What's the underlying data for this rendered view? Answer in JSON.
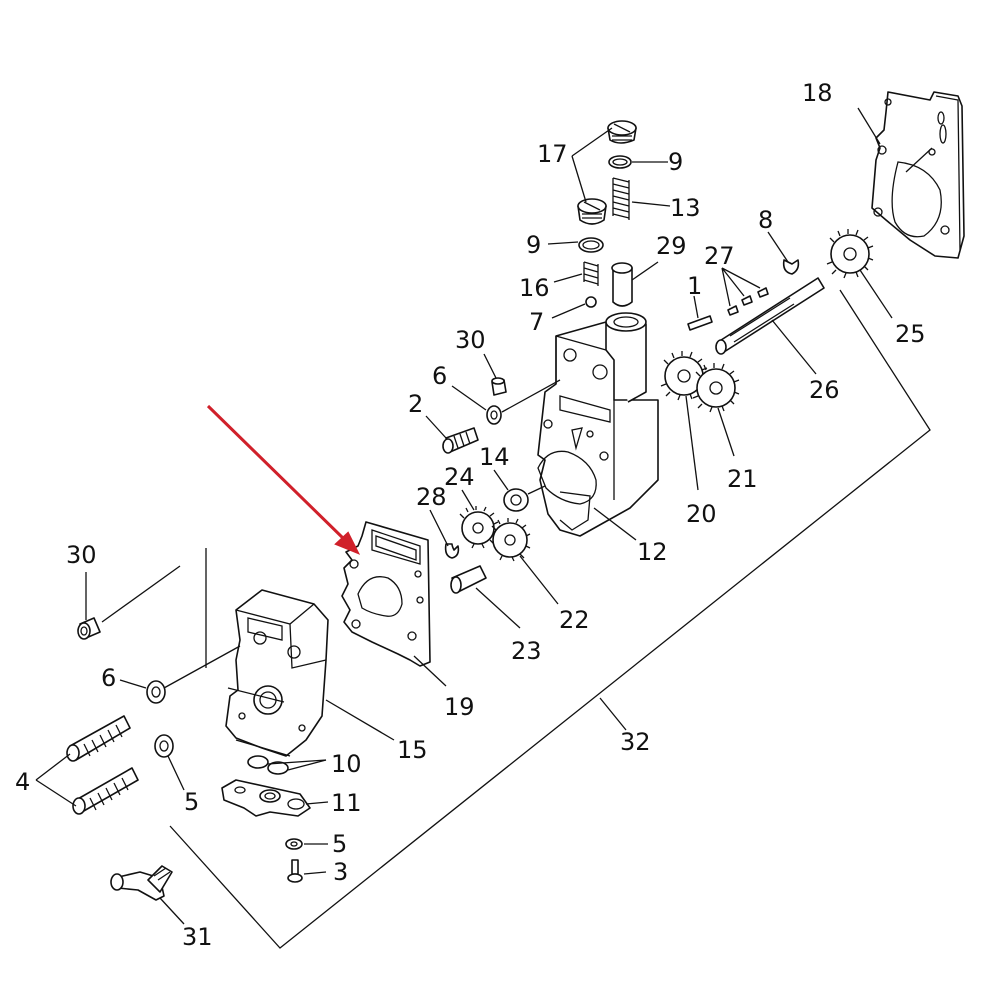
{
  "callouts": [
    {
      "key": "c1",
      "text": "1"
    },
    {
      "key": "c2",
      "text": "2"
    },
    {
      "key": "c3",
      "text": "3"
    },
    {
      "key": "c4",
      "text": "4"
    },
    {
      "key": "c5a",
      "text": "5"
    },
    {
      "key": "c5b",
      "text": "5"
    },
    {
      "key": "c6a",
      "text": "6"
    },
    {
      "key": "c6b",
      "text": "6"
    },
    {
      "key": "c7",
      "text": "7"
    },
    {
      "key": "c8",
      "text": "8"
    },
    {
      "key": "c9a",
      "text": "9"
    },
    {
      "key": "c9b",
      "text": "9"
    },
    {
      "key": "c10",
      "text": "10"
    },
    {
      "key": "c11",
      "text": "11"
    },
    {
      "key": "c12",
      "text": "12"
    },
    {
      "key": "c13",
      "text": "13"
    },
    {
      "key": "c14",
      "text": "14"
    },
    {
      "key": "c15",
      "text": "15"
    },
    {
      "key": "c16",
      "text": "16"
    },
    {
      "key": "c17",
      "text": "17"
    },
    {
      "key": "c18",
      "text": "18"
    },
    {
      "key": "c19",
      "text": "19"
    },
    {
      "key": "c20",
      "text": "20"
    },
    {
      "key": "c21",
      "text": "21"
    },
    {
      "key": "c22",
      "text": "22"
    },
    {
      "key": "c23",
      "text": "23"
    },
    {
      "key": "c24",
      "text": "24"
    },
    {
      "key": "c25",
      "text": "25"
    },
    {
      "key": "c26",
      "text": "26"
    },
    {
      "key": "c27",
      "text": "27"
    },
    {
      "key": "c28",
      "text": "28"
    },
    {
      "key": "c29",
      "text": "29"
    },
    {
      "key": "c30a",
      "text": "30"
    },
    {
      "key": "c30b",
      "text": "30"
    },
    {
      "key": "c31",
      "text": "31"
    },
    {
      "key": "c32",
      "text": "32"
    }
  ],
  "highlight": {
    "target": "19",
    "color": "#d0202a"
  }
}
